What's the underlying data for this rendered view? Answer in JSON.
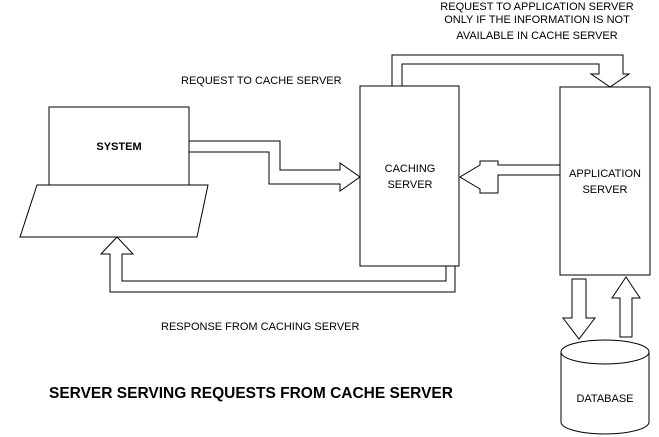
{
  "nodes": {
    "system": "SYSTEM",
    "caching_server": [
      "CACHING",
      "SERVER"
    ],
    "application_server": [
      "APPLICATION",
      "SERVER"
    ],
    "database": "DATABASE"
  },
  "edges": {
    "request_to_cache": "REQUEST TO CACHE SERVER",
    "request_to_app": [
      "REQUEST TO APPLICATION SERVER",
      "ONLY IF THE INFORMATION IS NOT",
      "AVAILABLE IN CACHE SERVER"
    ],
    "response_from_cache": "RESPONSE FROM CACHING SERVER"
  },
  "caption": "SERVER SERVING REQUESTS FROM CACHE SERVER"
}
